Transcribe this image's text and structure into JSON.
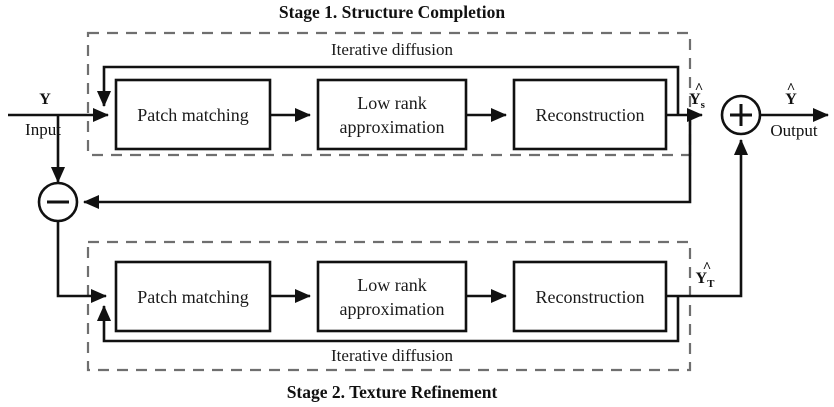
{
  "figure": {
    "type": "block-diagram",
    "title_top": "Stage 1. Structure Completion",
    "title_bottom": "Stage 2. Texture Refinement",
    "background_color": "#ffffff",
    "line_color": "#111111",
    "dashed_color": "#6f6f6f"
  },
  "input": {
    "symbol": "Y",
    "caption": "Input"
  },
  "output": {
    "symbol": "Y",
    "hat": "^",
    "caption": "Output"
  },
  "stage1": {
    "title": "Stage 1. Structure Completion",
    "loop_label": "Iterative diffusion",
    "blocks": [
      {
        "label": "Patch matching",
        "line1": "Patch matching",
        "line2": ""
      },
      {
        "label": "Low rank approximation",
        "line1": "Low rank",
        "line2": "approximation"
      },
      {
        "label": "Reconstruction",
        "line1": "Reconstruction",
        "line2": ""
      }
    ],
    "output_symbol": "Y",
    "output_subscript": "s"
  },
  "stage2": {
    "title": "Stage 2. Texture Refinement",
    "loop_label": "Iterative diffusion",
    "blocks": [
      {
        "label": "Patch matching",
        "line1": "Patch matching",
        "line2": ""
      },
      {
        "label": "Low rank approximation",
        "line1": "Low rank",
        "line2": "approximation"
      },
      {
        "label": "Reconstruction",
        "line1": "Reconstruction",
        "line2": ""
      }
    ],
    "output_symbol": "Y",
    "output_subscript": "T"
  },
  "operators": {
    "subtract": "−",
    "add": "+"
  }
}
